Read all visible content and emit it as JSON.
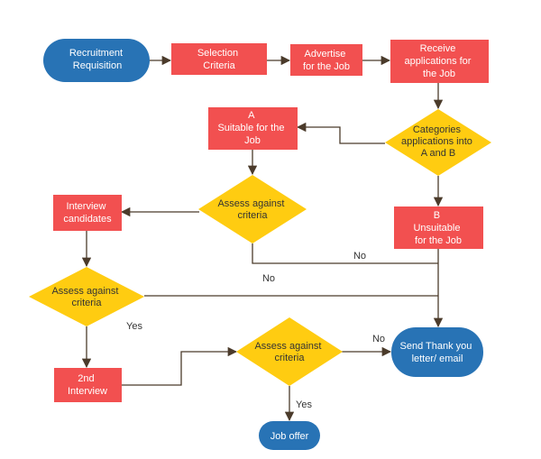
{
  "colors": {
    "terminator": "#2873b5",
    "process": "#f25050",
    "decision": "#ffcc11",
    "connector": "#4b3b2b"
  },
  "nodes": {
    "recruitment_requisition": {
      "lines": [
        "Recruitment",
        "Requisition"
      ]
    },
    "selection_criteria": {
      "lines": [
        "Selection",
        "Criteria"
      ]
    },
    "advertise_job": {
      "lines": [
        "Advertise",
        "for the Job"
      ]
    },
    "receive_applications": {
      "lines": [
        "Receive",
        "applications for",
        "the Job"
      ]
    },
    "categorise_applications": {
      "lines": [
        "Categories",
        "applications into",
        "A and B"
      ]
    },
    "suitable_a": {
      "lines": [
        "A",
        "Suitable for the",
        "Job"
      ]
    },
    "unsuitable_b": {
      "lines": [
        "B",
        "Unsuitable",
        "for the Job"
      ]
    },
    "assess_1": {
      "lines": [
        "Assess against",
        "criteria"
      ]
    },
    "interview_candidates": {
      "lines": [
        "Interview",
        "candidates"
      ]
    },
    "assess_2": {
      "lines": [
        "Assess against",
        "criteria"
      ]
    },
    "second_interview": {
      "lines": [
        "2nd",
        "Interview"
      ]
    },
    "assess_3": {
      "lines": [
        "Assess against",
        "criteria"
      ]
    },
    "send_thank_you": {
      "lines": [
        "Send Thank you",
        "letter/ email"
      ]
    },
    "job_offer": {
      "lines": [
        "Job offer"
      ]
    }
  },
  "edge_labels": {
    "no_1": "No",
    "no_2": "No",
    "yes_1": "Yes",
    "no_3": "No",
    "yes_2": "Yes"
  }
}
